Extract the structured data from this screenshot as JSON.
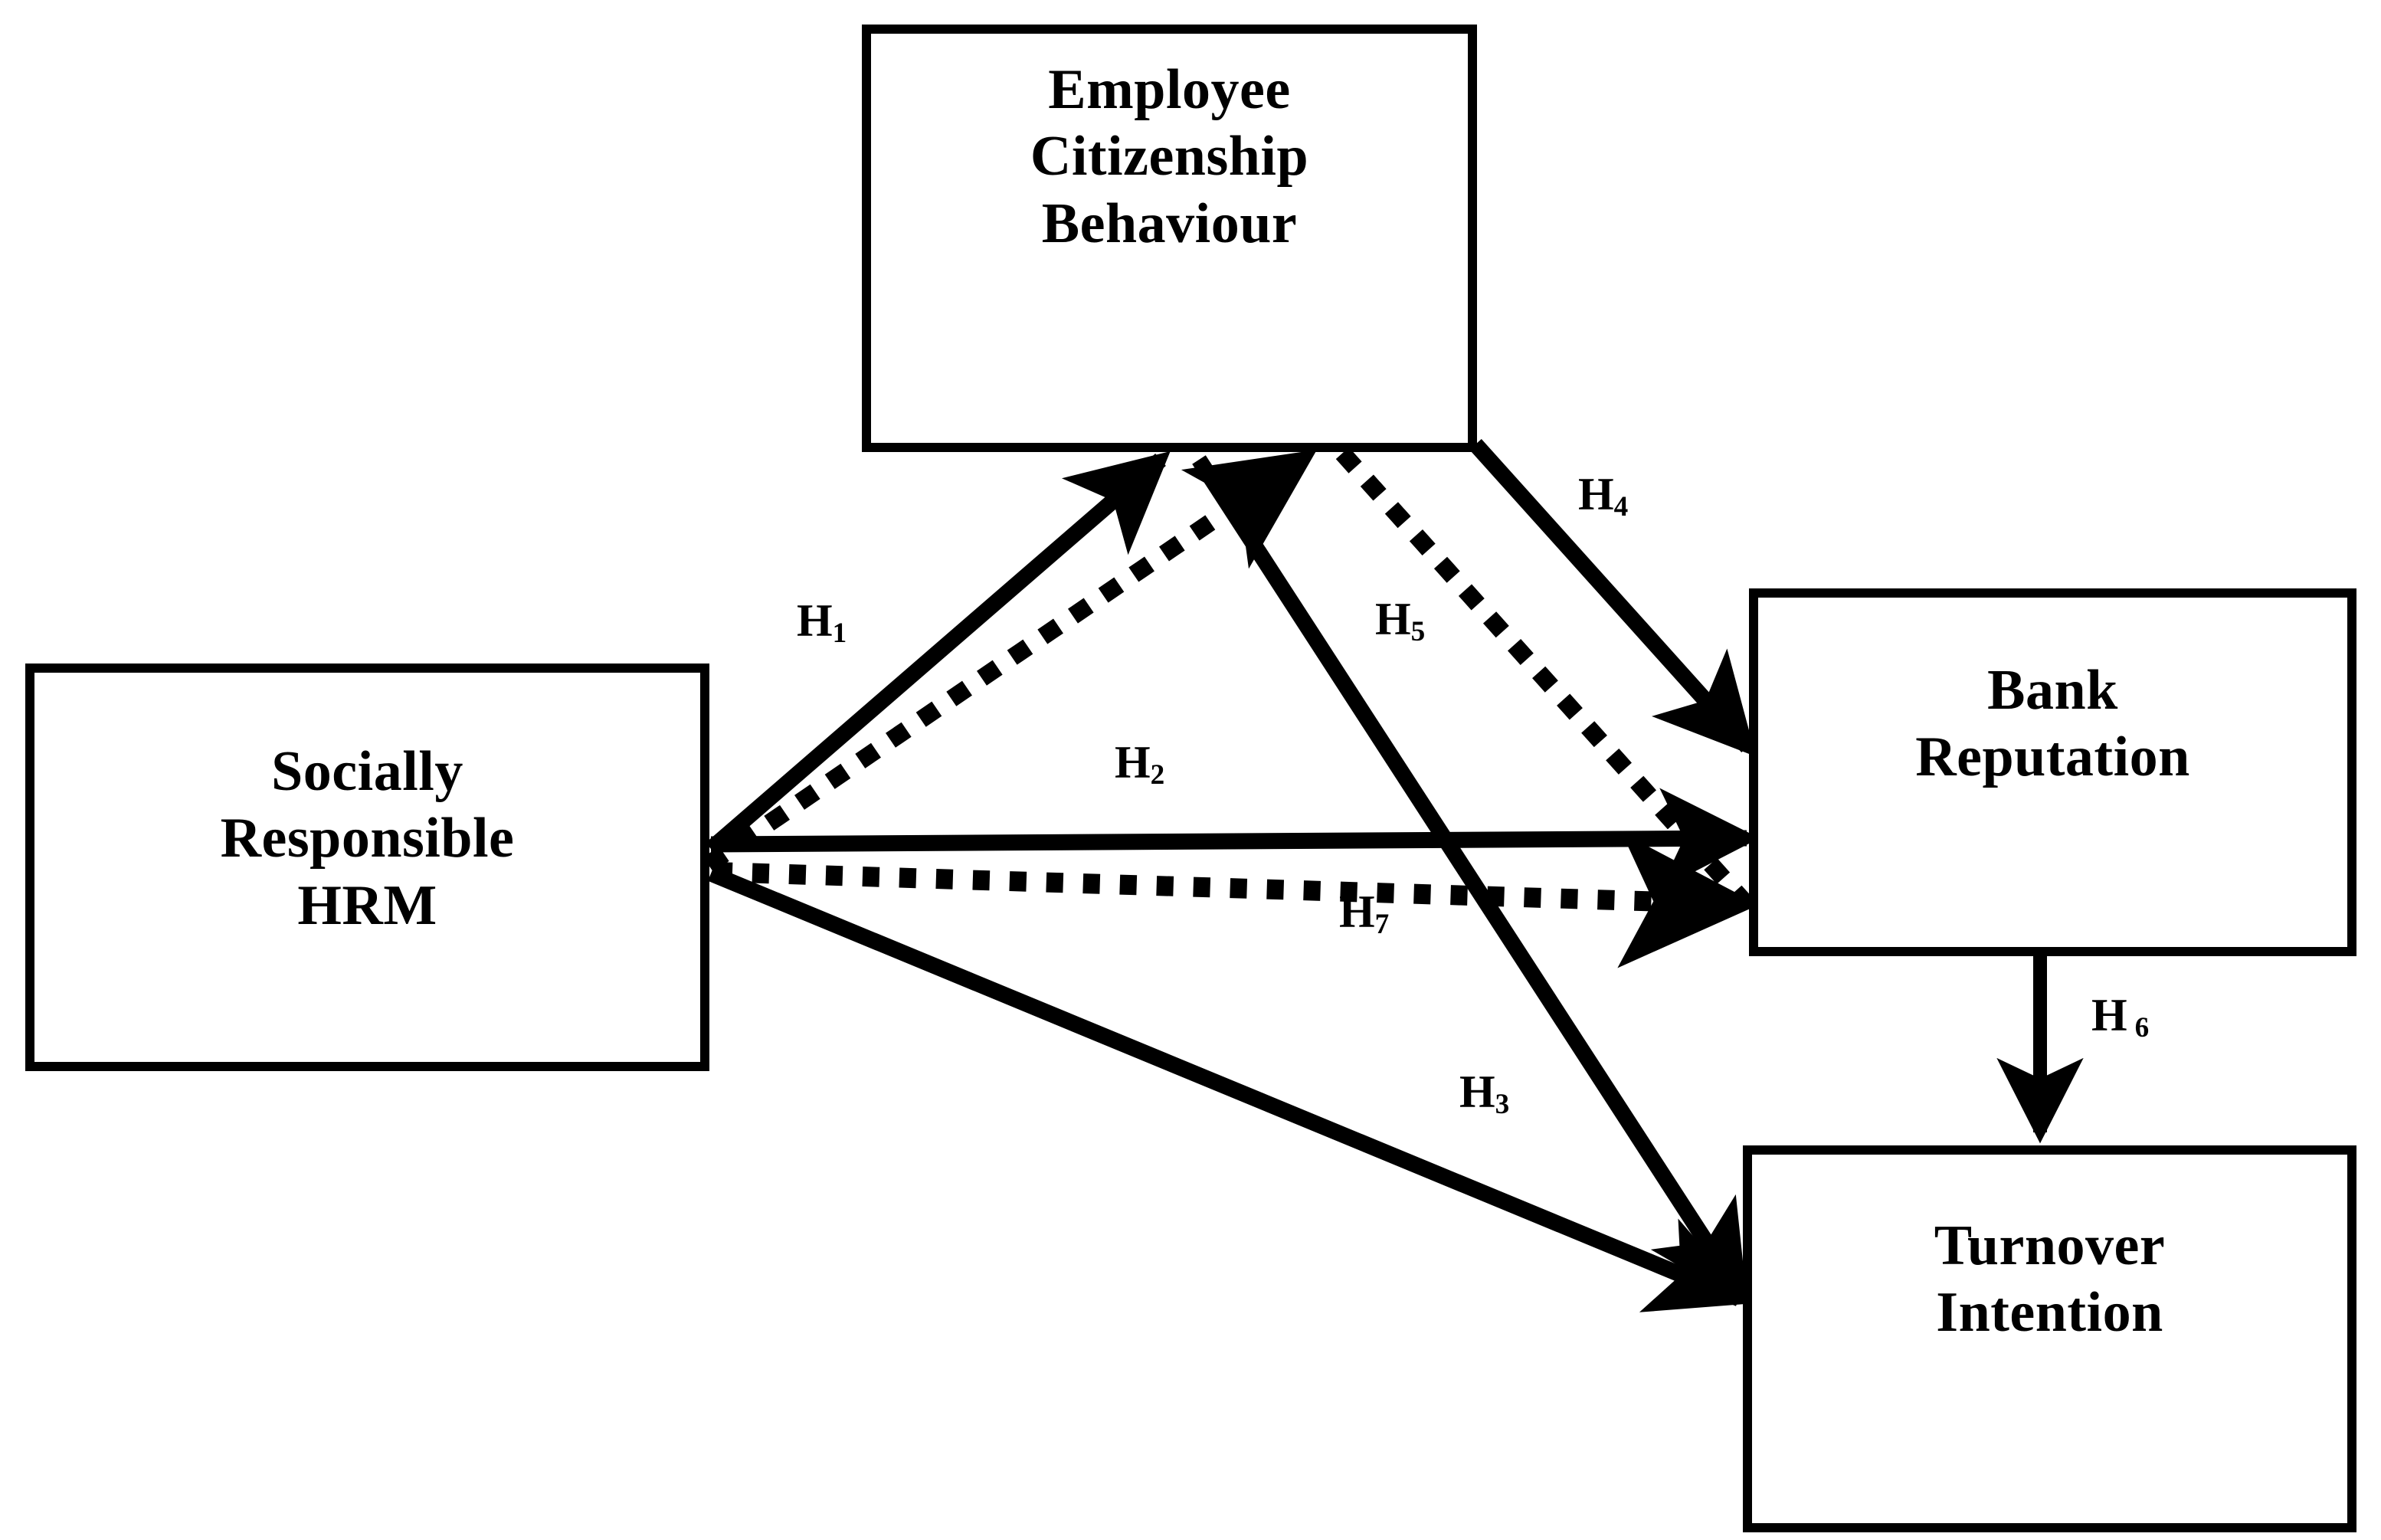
{
  "diagram": {
    "type": "conceptual-research-model",
    "title": "Socially Responsible HRM conceptual model",
    "background_color": "#ffffff",
    "line_color": "#000000",
    "nodes": [
      {
        "id": "srhrm",
        "label": "Socially\nResponsible\nHRM",
        "role": "independent-variable"
      },
      {
        "id": "ecb",
        "label": "Employee\nCitizenship\nBehaviour",
        "role": "mediator"
      },
      {
        "id": "bankrep",
        "label": "Bank\nReputation",
        "role": "mediator-outcome"
      },
      {
        "id": "turnover",
        "label": "Turnover\nIntention",
        "role": "dependent-variable"
      }
    ],
    "hypotheses": [
      {
        "id": "H1",
        "base": "H",
        "sub": "1",
        "from": "srhrm",
        "to": "ecb",
        "style": "solid"
      },
      {
        "id": "H2",
        "base": "H",
        "sub": "2",
        "from": "srhrm",
        "to": "bankrep",
        "style": "solid"
      },
      {
        "id": "H3",
        "base": "H",
        "sub": "3",
        "from": "srhrm",
        "to": "turnover",
        "style": "solid"
      },
      {
        "id": "H4",
        "base": "H",
        "sub": "4",
        "from": "ecb",
        "to": "bankrep",
        "style": "solid"
      },
      {
        "id": "H5",
        "base": "H",
        "sub": "5",
        "from": "srhrm",
        "to": "bankrep",
        "style": "dotted",
        "via": "ecb"
      },
      {
        "id": "H6",
        "base": "H",
        "sub": "6",
        "from": "bankrep",
        "to": "turnover",
        "style": "solid"
      },
      {
        "id": "H7",
        "base": "H",
        "sub": "7",
        "from": "srhrm",
        "to": "bankrep",
        "style": "dotted"
      }
    ]
  }
}
